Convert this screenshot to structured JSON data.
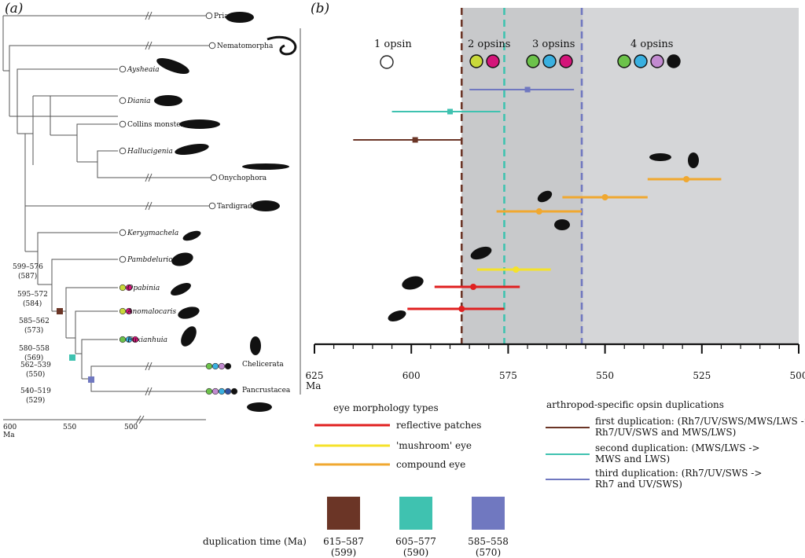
{
  "panel_a": {
    "label": "(a)",
    "taxa": [
      {
        "name": "Priapulida",
        "italic": false
      },
      {
        "name": "Nematomorpha",
        "italic": false
      },
      {
        "name": "Aysheaia",
        "italic": true
      },
      {
        "name": "Diania",
        "italic": true
      },
      {
        "name": "Collins monster",
        "italic": false
      },
      {
        "name": "Hallucigenia",
        "italic": true
      },
      {
        "name": "Onychophora",
        "italic": false
      },
      {
        "name": "Tardigrada",
        "italic": false
      },
      {
        "name": "Kerygmachela",
        "italic": true
      },
      {
        "name": "Pambdelurion",
        "italic": true
      },
      {
        "name": "Opabinia",
        "italic": true
      },
      {
        "name": "Anomalocaris",
        "italic": true
      },
      {
        "name": "Fuxianhuia",
        "italic": true
      },
      {
        "name": "Chelicerata",
        "italic": false
      },
      {
        "name": "Pancrustacea",
        "italic": false
      }
    ],
    "node_dates": [
      {
        "range": "599–576",
        "mid": "(587)"
      },
      {
        "range": "595–572",
        "mid": "(584)"
      },
      {
        "range": "585–562",
        "mid": "(573)"
      },
      {
        "range": "580–558",
        "mid": "(569)"
      },
      {
        "range": "562–539",
        "mid": "(550)"
      },
      {
        "range": "540–519",
        "mid": "(529)"
      }
    ],
    "axis_ticks": [
      "600",
      "550",
      "500"
    ],
    "axis_unit": "Ma",
    "break_mark": "//"
  },
  "panel_b": {
    "label": "(b)",
    "opsin_labels": [
      "1 opsin",
      "2 opsins",
      "3 opsins",
      "4 opsins"
    ],
    "axis_ticks": [
      "625",
      "600",
      "575",
      "550",
      "525",
      "500"
    ],
    "axis_unit": "Ma",
    "legend_eye_title": "eye morphology types",
    "legend_eye": [
      {
        "label": "reflective patches",
        "color": "#e02020"
      },
      {
        "label": "'mushroom' eye",
        "color": "#f5e22a"
      },
      {
        "label": "compound eye",
        "color": "#f0a830"
      }
    ],
    "legend_dup_title": "arthropod-specific opsin duplications",
    "legend_dup": [
      {
        "lines": [
          "first duplication: (Rh7/UV/SWS/MWS/LWS ->",
          "Rh7/UV/SWS and MWS/LWS)"
        ],
        "color": "#6b3526"
      },
      {
        "lines": [
          "second duplication: (MWS/LWS ->",
          "MWS and LWS)"
        ],
        "color": "#3fc2b0"
      },
      {
        "lines": [
          "third duplication: (Rh7/UV/SWS ->",
          "Rh7 and UV/SWS)"
        ],
        "color": "#7078c0"
      }
    ],
    "dup_time_label": "duplication time (Ma)",
    "dup_boxes": [
      {
        "range": "615–587",
        "mid": "(599)",
        "color": "#6b3526"
      },
      {
        "range": "605–577",
        "mid": "(590)",
        "color": "#3fc2b0"
      },
      {
        "range": "585–558",
        "mid": "(570)",
        "color": "#7078c0"
      }
    ]
  },
  "chart_data": {
    "type": "scatter",
    "x_unit": "Ma",
    "xlim": [
      625,
      500
    ],
    "duplication_intervals": [
      {
        "name": "first duplication",
        "mean": 599,
        "range": [
          615,
          587
        ],
        "color": "#6b3526"
      },
      {
        "name": "second duplication",
        "mean": 590,
        "range": [
          605,
          577
        ],
        "color": "#3fc2b0"
      },
      {
        "name": "third duplication",
        "mean": 570,
        "range": [
          585,
          558
        ],
        "color": "#7078c0"
      }
    ],
    "dashed_boundaries": [
      {
        "x": 587,
        "color": "#6b3526"
      },
      {
        "x": 576,
        "color": "#3fc2b0"
      },
      {
        "x": 556,
        "color": "#7078c0"
      }
    ],
    "shaded_from": 587,
    "eye_intervals": [
      {
        "type": "compound eye",
        "mean": 529,
        "range": [
          539,
          520
        ],
        "color": "#f0a830"
      },
      {
        "type": "compound eye",
        "mean": 550,
        "range": [
          561,
          539
        ],
        "color": "#f0a830"
      },
      {
        "type": "compound eye",
        "mean": 567,
        "range": [
          578,
          556
        ],
        "color": "#f0a830"
      },
      {
        "type": "'mushroom' eye",
        "mean": 573,
        "range": [
          583,
          564
        ],
        "color": "#f5e22a"
      },
      {
        "type": "reflective patches",
        "mean": 584,
        "range": [
          594,
          572
        ],
        "color": "#e02020"
      },
      {
        "type": "reflective patches",
        "mean": 587,
        "range": [
          601,
          576
        ],
        "color": "#e02020"
      }
    ],
    "opsin_dot_colors": {
      "2": [
        "#c9d93a",
        "#d4157a"
      ],
      "3": [
        "#6cc24a",
        "#3ab0e0",
        "#d4157a"
      ],
      "4": [
        "#6cc24a",
        "#3ab0e0",
        "#c28ad0",
        "#111111"
      ]
    }
  }
}
